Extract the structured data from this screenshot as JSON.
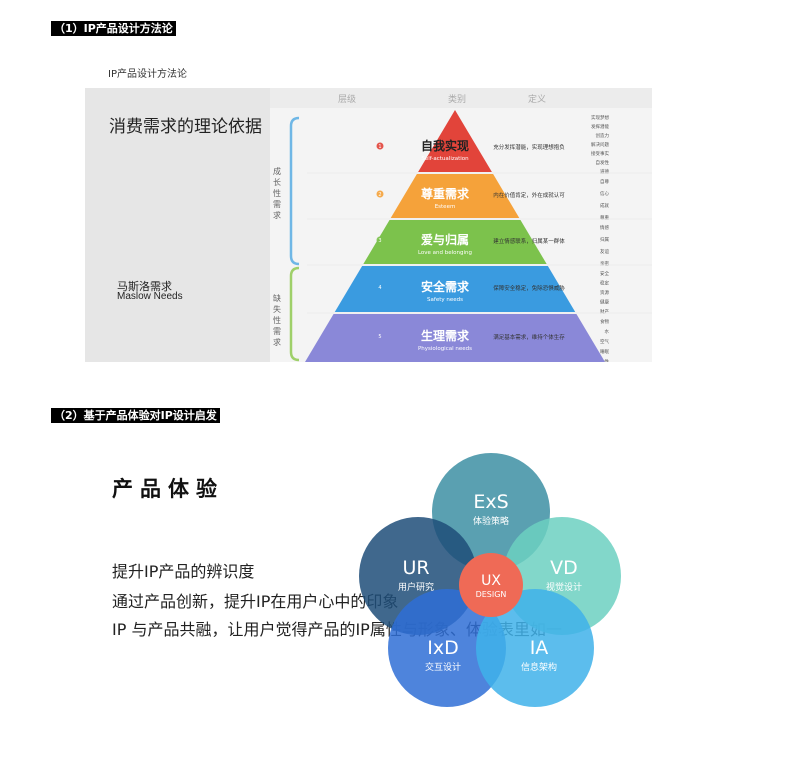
{
  "sections": [
    {
      "heading": "（1）IP产品设计方法论"
    },
    {
      "heading": "（2）基于产品体验对IP设计启发"
    }
  ],
  "figure1": {
    "caption": "IP产品设计方法论",
    "title": "消费需求的理论依据",
    "subtitle_cn": "马斯洛需求",
    "subtitle_en": "Maslow Needs",
    "col_headers": [
      "层级",
      "类别",
      "定义"
    ],
    "group_labels": [
      "成长性需求",
      "缺失性需求"
    ],
    "levels": [
      {
        "num": "1",
        "cn": "自我实现",
        "en": "Self-actualization",
        "def": "充分发挥潜能，实现理想抱负",
        "color": "#e2443a",
        "items": [
          "实现梦想",
          "发挥潜能",
          "创造力",
          "解决问题",
          "接受事实",
          "自发性",
          "道德"
        ]
      },
      {
        "num": "2",
        "cn": "尊重需求",
        "en": "Esteem",
        "def": "内在价值肯定，外在成就认可",
        "color": "#f5a23a",
        "items": [
          "自尊",
          "信心",
          "成就",
          "尊重"
        ]
      },
      {
        "num": "3",
        "cn": "爱与归属",
        "en": "Love and belonging",
        "def": "建立情感联系，归属某一群体",
        "color": "#7cc24c",
        "items": [
          "情感",
          "归属",
          "友谊",
          "亲密"
        ]
      },
      {
        "num": "4",
        "cn": "安全需求",
        "en": "Safety needs",
        "def": "保障安全稳定，免除恐惧威胁",
        "color": "#3a9be0",
        "items": [
          "安全",
          "稳定",
          "资源",
          "健康",
          "财产"
        ]
      },
      {
        "num": "5",
        "cn": "生理需求",
        "en": "Physiological needs",
        "def": "满足基本需求，维持个体生存",
        "color": "#8a88d8",
        "items": [
          "食物",
          "水",
          "空气",
          "睡眠",
          "性"
        ]
      }
    ]
  },
  "figure2": {
    "title": "产品体验",
    "lines": [
      "提升IP产品的辨识度",
      "通过产品创新，提升IP在用户心中的印象",
      "IP 与产品共融，让用户觉得产品的IP属性与形象、体验表里如一"
    ],
    "circles": [
      {
        "abbr": "ExS",
        "label": "体验策略",
        "color": "#3d8fa3"
      },
      {
        "abbr": "UR",
        "label": "用户研究",
        "color": "#1f4e79"
      },
      {
        "abbr": "VD",
        "label": "视觉设计",
        "color": "#6cd0c1"
      },
      {
        "abbr": "IxD",
        "label": "交互设计",
        "color": "#2f6fd6"
      },
      {
        "abbr": "IA",
        "label": "信息架构",
        "color": "#3fb1ea"
      },
      {
        "abbr": "UX",
        "label": "DESIGN",
        "color": "#ef6a56"
      }
    ]
  }
}
